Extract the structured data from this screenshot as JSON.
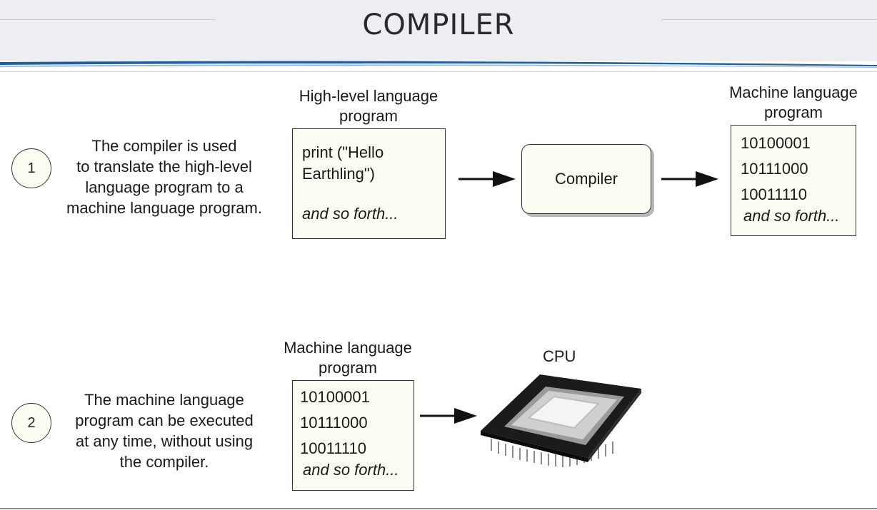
{
  "title": "COMPILER",
  "step1": {
    "number": "1",
    "description": [
      "The compiler is used",
      "to translate the high-level",
      "language program to a",
      "machine language program."
    ],
    "source": {
      "label": [
        "High-level language",
        "program"
      ],
      "lines": [
        "print (\"Hello",
        "Earthling\")"
      ],
      "ellipsis": "and so forth..."
    },
    "compiler_label": "Compiler",
    "output": {
      "label": [
        "Machine language",
        "program"
      ],
      "lines": [
        "10100001",
        "10111000",
        "10011110"
      ],
      "ellipsis": "and so forth..."
    }
  },
  "step2": {
    "number": "2",
    "description": [
      "The machine language",
      "program can be executed",
      "at any time, without using",
      "the compiler."
    ],
    "program": {
      "label": [
        "Machine language",
        "program"
      ],
      "lines": [
        "10100001",
        "10111000",
        "10011110"
      ],
      "ellipsis": "and so forth..."
    },
    "cpu_label": "CPU"
  },
  "colors": {
    "header_bg": "#eceef1",
    "accent_blue": "#1f5f9e",
    "box_fill": "#fdfcf2"
  },
  "icons": [
    "arrow-right-icon",
    "cpu-chip-icon"
  ]
}
